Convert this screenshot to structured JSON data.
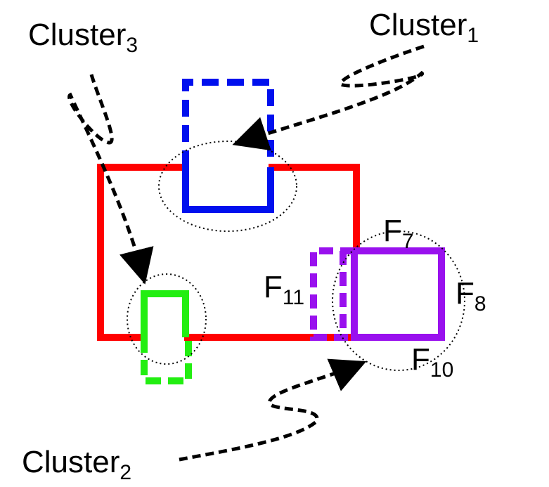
{
  "labels": {
    "cluster1": {
      "base": "Cluster",
      "sub": "1"
    },
    "cluster2": {
      "base": "Cluster",
      "sub": "2"
    },
    "cluster3": {
      "base": "Cluster",
      "sub": "3"
    },
    "f7": {
      "base": "F",
      "sub": "7"
    },
    "f8": {
      "base": "F",
      "sub": "8"
    },
    "f10": {
      "base": "F",
      "sub": "10"
    },
    "f11": {
      "base": "F",
      "sub": "11"
    }
  },
  "colors": {
    "outline": "#ff0000",
    "blue": "#0010ee",
    "green": "#22ee11",
    "purple": "#9911ee",
    "arrow": "#000000",
    "circle": "#000000"
  }
}
